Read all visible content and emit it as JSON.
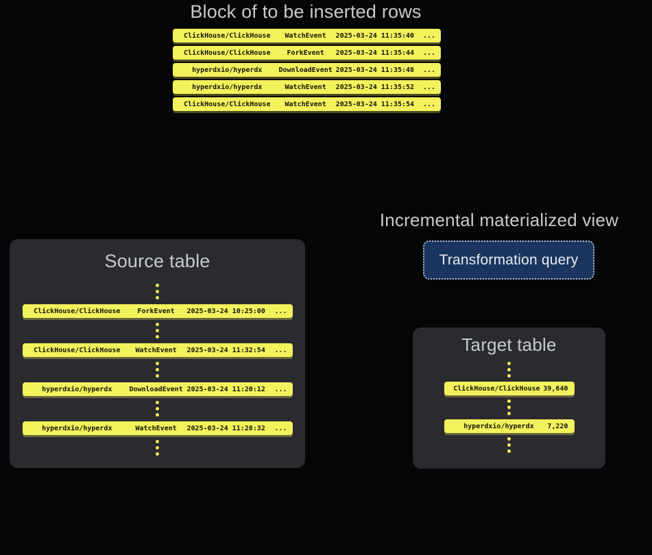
{
  "colors": {
    "background": "#060606",
    "row_yellow": "#f3f25c",
    "row_text": "#15150a",
    "box_background": "#2a2b2f",
    "title_gray": "#c7cacd",
    "button_blue": "#1b3560",
    "button_border": "#b9c3ce",
    "button_text": "#e9ecf0"
  },
  "insert_block": {
    "title": "Block of to be inserted rows",
    "rows": [
      {
        "repo": "ClickHouse/ClickHouse",
        "event": "WatchEvent",
        "time": "2025-03-24 11:35:40",
        "more": "..."
      },
      {
        "repo": "ClickHouse/ClickHouse",
        "event": "ForkEvent",
        "time": "2025-03-24 11:35:44",
        "more": "..."
      },
      {
        "repo": "hyperdxio/hyperdx",
        "event": "DownloadEvent",
        "time": "2025-03-24 11:35:48",
        "more": "..."
      },
      {
        "repo": "hyperdxio/hyperdx",
        "event": "WatchEvent",
        "time": "2025-03-24 11:35:52",
        "more": "..."
      },
      {
        "repo": "ClickHouse/ClickHouse",
        "event": "WatchEvent",
        "time": "2025-03-24 11:35:54",
        "more": "..."
      }
    ]
  },
  "source_table": {
    "title": "Source table",
    "rows": [
      {
        "repo": "ClickHouse/ClickHouse",
        "event": "ForkEvent",
        "time": "2025-03-24 10:25:00",
        "more": "..."
      },
      {
        "repo": "ClickHouse/ClickHouse",
        "event": "WatchEvent",
        "time": "2025-03-24 11:32:54",
        "more": "..."
      },
      {
        "repo": "hyperdxio/hyperdx",
        "event": "DownloadEvent",
        "time": "2025-03-24 11:20:12",
        "more": "..."
      },
      {
        "repo": "hyperdxio/hyperdx",
        "event": "WatchEvent",
        "time": "2025-03-24 11:28:32",
        "more": "..."
      }
    ]
  },
  "materialized_view": {
    "title": "Incremental materialized view",
    "button_label": "Transformation query"
  },
  "target_table": {
    "title": "Target table",
    "rows": [
      {
        "repo": "ClickHouse/ClickHouse",
        "count": "39,640"
      },
      {
        "repo": "hyperdxio/hyperdx",
        "count": "7,220"
      }
    ]
  }
}
